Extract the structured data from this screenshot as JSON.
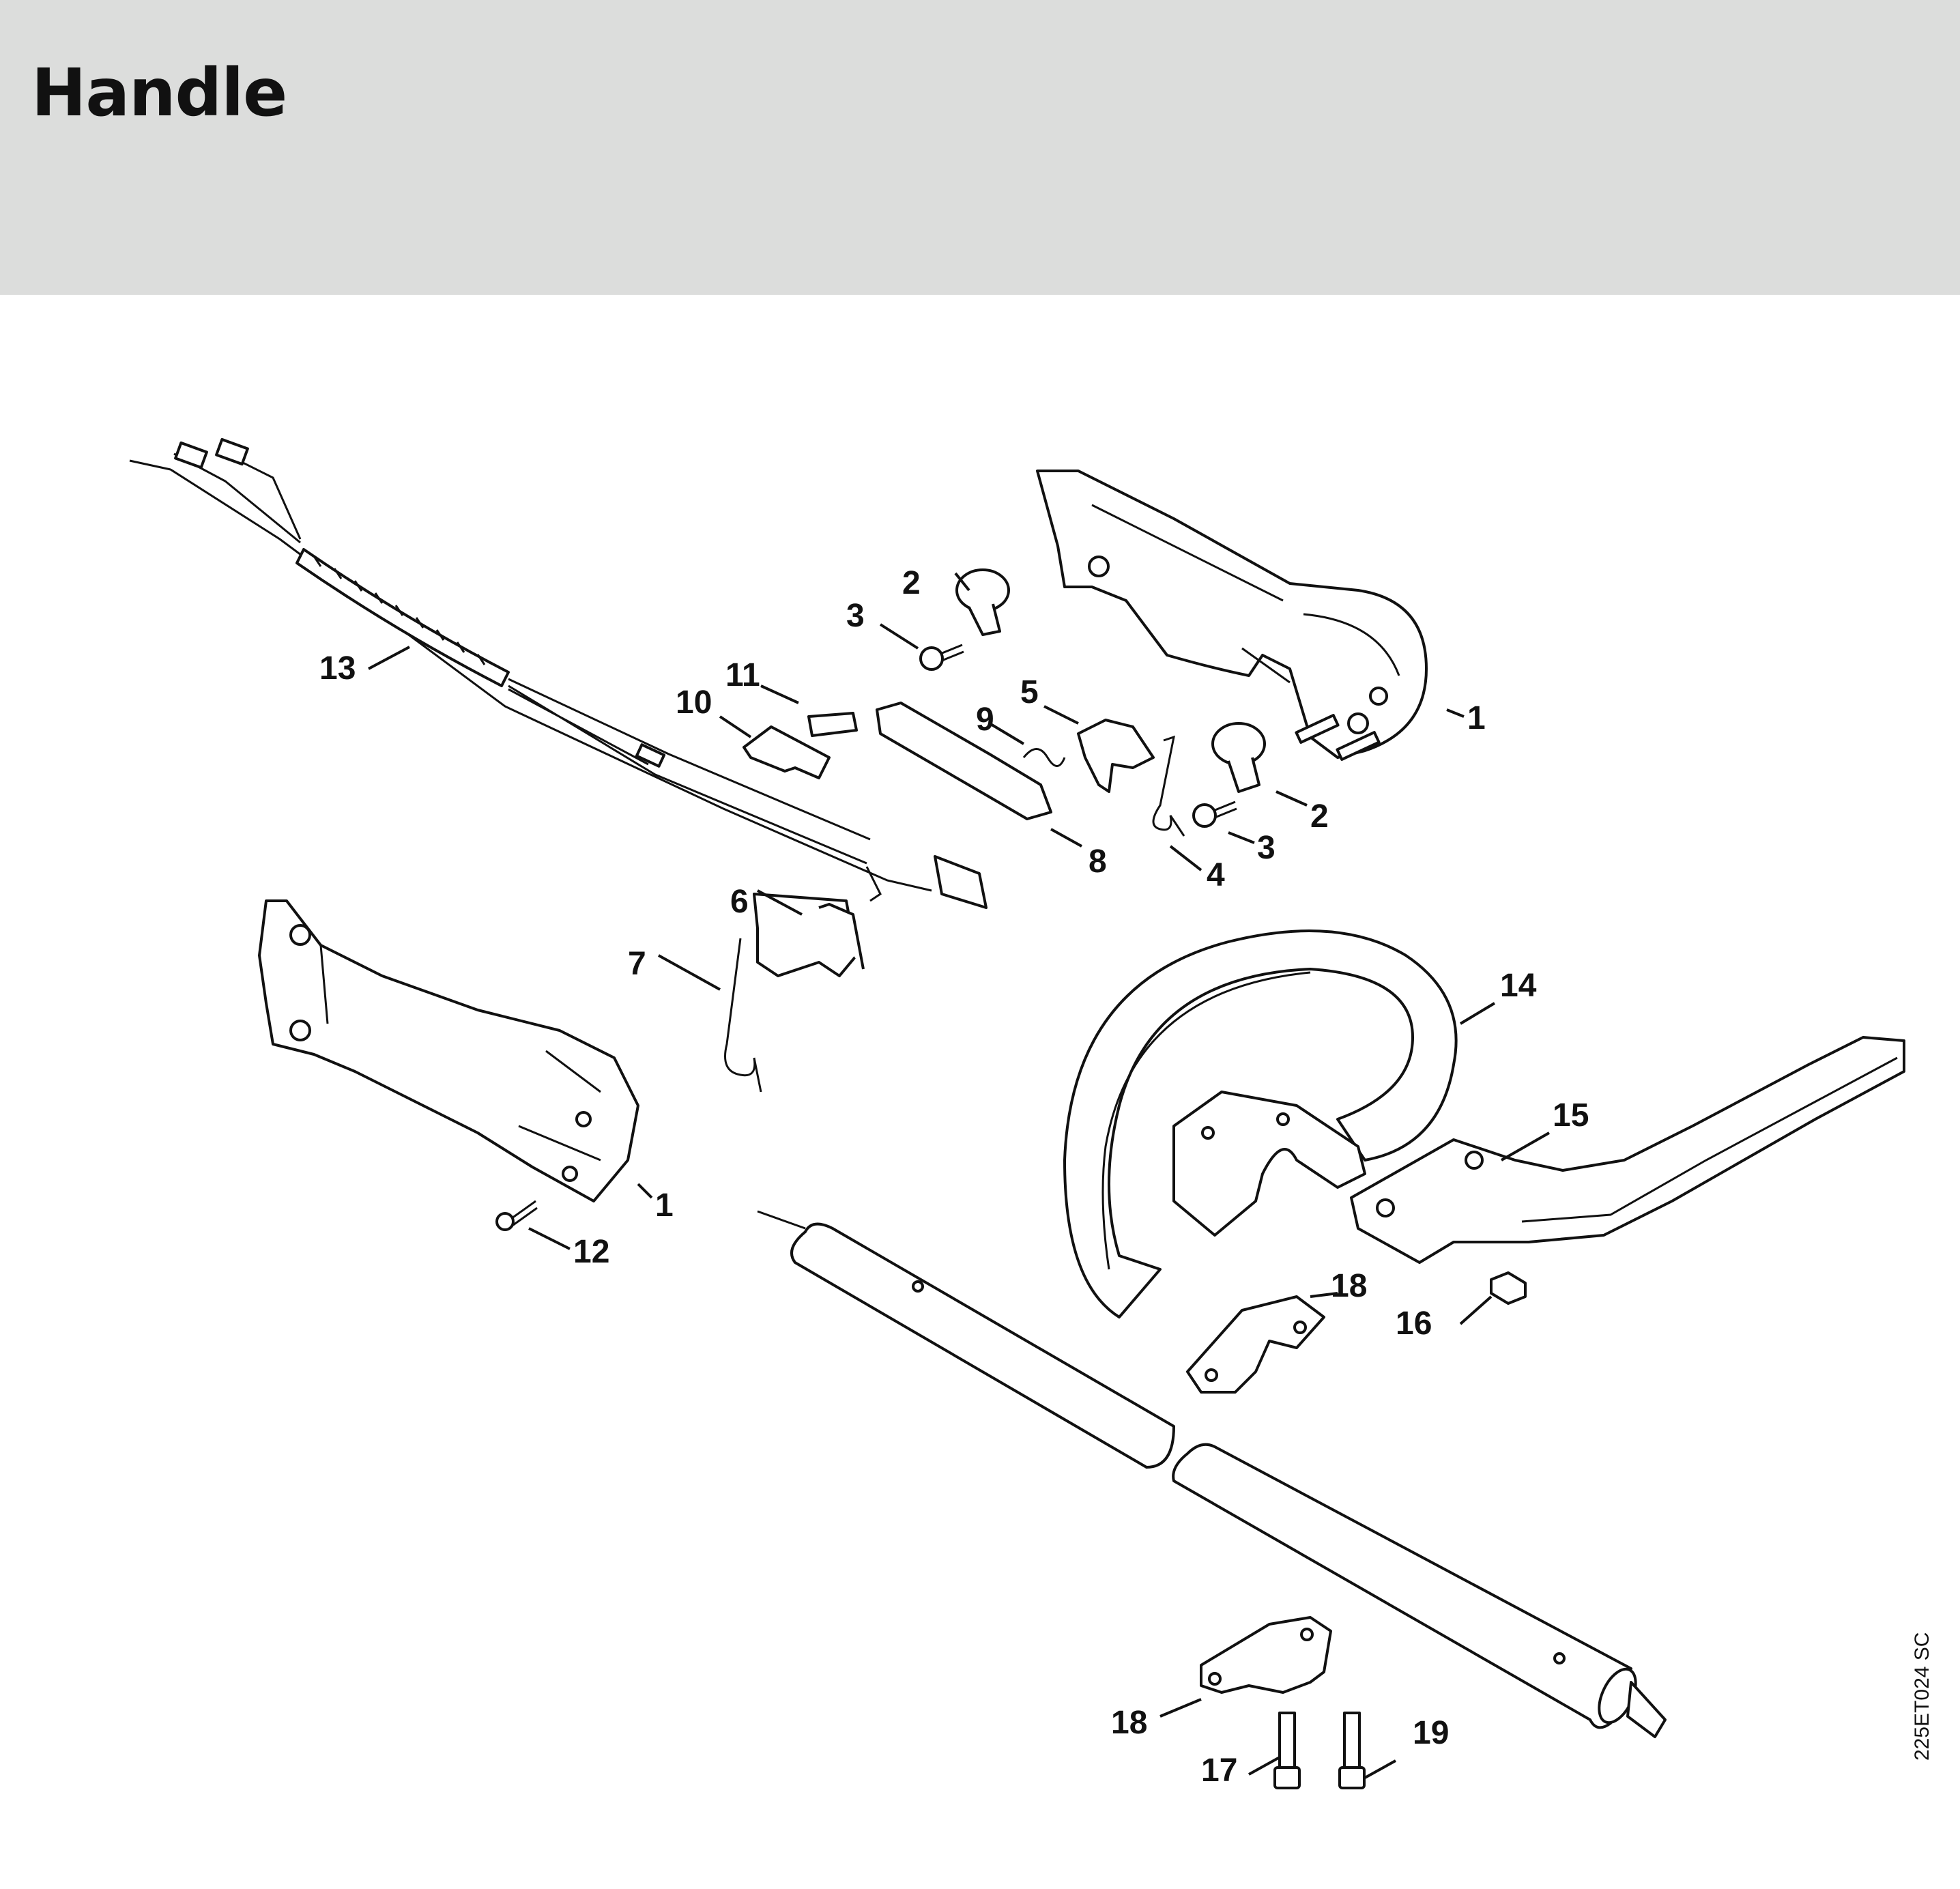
{
  "title": "Handle",
  "doc_id": "225ET024 SC",
  "callouts": {
    "c1a": "1",
    "c1b": "1",
    "c2a": "2",
    "c2b": "2",
    "c3a": "3",
    "c3b": "3",
    "c4": "4",
    "c5": "5",
    "c6": "6",
    "c7": "7",
    "c8": "8",
    "c9": "9",
    "c10": "10",
    "c11": "11",
    "c12": "12",
    "c13": "13",
    "c14": "14",
    "c15": "15",
    "c16": "16",
    "c17": "17",
    "c18a": "18",
    "c18b": "18",
    "c19": "19"
  },
  "parts": [
    "handle-housing",
    "hose-clamp",
    "screw",
    "torsion-spring",
    "lock-lever",
    "throttle-trigger",
    "spring",
    "interlock-lever",
    "leg-spring",
    "switch",
    "cover",
    "screw",
    "wiring-harness",
    "loop-handle",
    "barrier-bar",
    "nut",
    "screw",
    "clamp",
    "screw",
    "drive-tube"
  ]
}
